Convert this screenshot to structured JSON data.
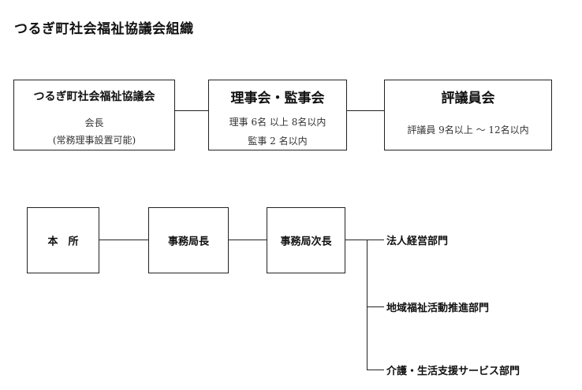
{
  "title": "つるぎ町社会福祉協議会組織",
  "council": {
    "name": "つるぎ町社会福祉協議会",
    "role": "会長",
    "note": "(常務理事設置可能)"
  },
  "board": {
    "name": "理事会・監事会",
    "directors": "理事 6名 以上 8名以内",
    "auditors": "監事 2 名以内"
  },
  "trustees": {
    "name": "評議員会",
    "members": "評議員 9名以上 ～ 12名以内"
  },
  "office": {
    "head_office": "本　所",
    "secretary_general": "事務局長",
    "deputy_secretary": "事務局次長"
  },
  "departments": [
    "法人経営部門",
    "地域福祉活動推進部門",
    "介護・生活支援サービス部門"
  ]
}
